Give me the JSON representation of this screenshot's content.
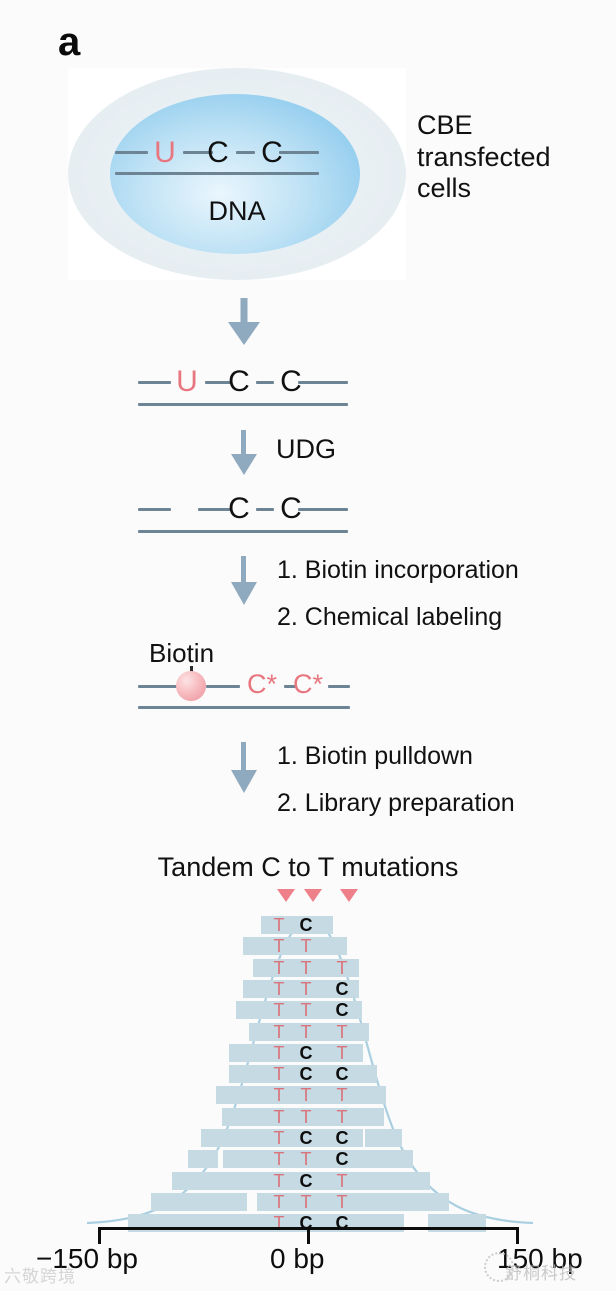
{
  "figure": {
    "panel_letter": "a",
    "cell": {
      "dna_label": "DNA",
      "bases": [
        "U",
        "C",
        "C"
      ],
      "side_label_lines": [
        "CBE",
        "transfected",
        "cells"
      ]
    },
    "strand_2": {
      "bases": [
        "U",
        "C",
        "C"
      ]
    },
    "strand_3": {
      "bases": [
        "C",
        "C"
      ]
    },
    "strand_4": {
      "biotin_label": "Biotin",
      "bases": [
        "C*",
        "C*"
      ]
    },
    "steps": {
      "udg": "UDG",
      "biotin_incorporation": "1. Biotin incorporation",
      "chemical_labeling": "2. Chemical labeling",
      "biotin_pulldown": "1. Biotin pulldown",
      "library_preparation": "2. Library preparation"
    },
    "pileup": {
      "title": "Tandem C to T mutations",
      "marker_count": 3,
      "reads": [
        {
          "bases": [
            "T",
            "C",
            null
          ]
        },
        {
          "bases": [
            "T",
            "T",
            null
          ]
        },
        {
          "bases": [
            "T",
            "T",
            "T"
          ]
        },
        {
          "bases": [
            "T",
            "T",
            "C"
          ]
        },
        {
          "bases": [
            "T",
            "T",
            "C"
          ]
        },
        {
          "bases": [
            "T",
            "T",
            "T"
          ]
        },
        {
          "bases": [
            "T",
            "C",
            "T"
          ]
        },
        {
          "bases": [
            "T",
            "C",
            "C"
          ]
        },
        {
          "bases": [
            "T",
            "T",
            "T"
          ]
        },
        {
          "bases": [
            "T",
            "T",
            "T"
          ]
        },
        {
          "bases": [
            "T",
            "C",
            "C"
          ]
        },
        {
          "bases": [
            "T",
            "T",
            "C"
          ]
        },
        {
          "bases": [
            "T",
            "C",
            "T"
          ]
        },
        {
          "bases": [
            "T",
            "T",
            "T"
          ]
        },
        {
          "bases": [
            "T",
            "C",
            "C"
          ]
        }
      ]
    },
    "axis": {
      "left_label": "−150 bp",
      "center_label": "0 bp",
      "right_label": "150 bp"
    },
    "watermarks": {
      "left": "六敬跨境",
      "right": "舒桐科技"
    },
    "colors": {
      "mutation_red": "#e8767f",
      "strand_gray": "#6d8494",
      "arrow_blue": "#8fa9bf",
      "read_bar": "#c6dae3",
      "curve": "#a9cfe0"
    }
  }
}
